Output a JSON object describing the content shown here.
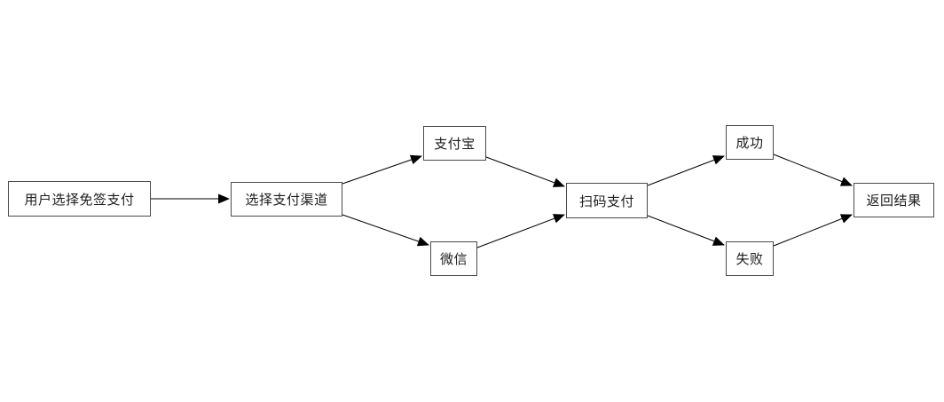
{
  "diagram": {
    "type": "flowchart",
    "background_color": "#ffffff",
    "node_fill_color": "#ffffff",
    "node_border_color": "#4a4a4a",
    "arrow_color": "#000000",
    "text_color": "#1c1c1c",
    "nodes": [
      {
        "id": "user-select",
        "label": "用户选择免签支付"
      },
      {
        "id": "select-channel",
        "label": "选择支付渠道"
      },
      {
        "id": "alipay",
        "label": "支付宝"
      },
      {
        "id": "wechat",
        "label": "微信"
      },
      {
        "id": "scan-pay",
        "label": "扫码支付"
      },
      {
        "id": "success",
        "label": "成功"
      },
      {
        "id": "fail",
        "label": "失败"
      },
      {
        "id": "return-result",
        "label": "返回结果"
      }
    ],
    "edges": [
      {
        "from": "用户选择免签支付",
        "to": "选择支付渠道"
      },
      {
        "from": "选择支付渠道",
        "to": "支付宝"
      },
      {
        "from": "选择支付渠道",
        "to": "微信"
      },
      {
        "from": "支付宝",
        "to": "扫码支付"
      },
      {
        "from": "微信",
        "to": "扫码支付"
      },
      {
        "from": "扫码支付",
        "to": "成功"
      },
      {
        "from": "扫码支付",
        "to": "失败"
      },
      {
        "from": "成功",
        "to": "返回结果"
      },
      {
        "from": "失败",
        "to": "返回结果"
      }
    ]
  }
}
